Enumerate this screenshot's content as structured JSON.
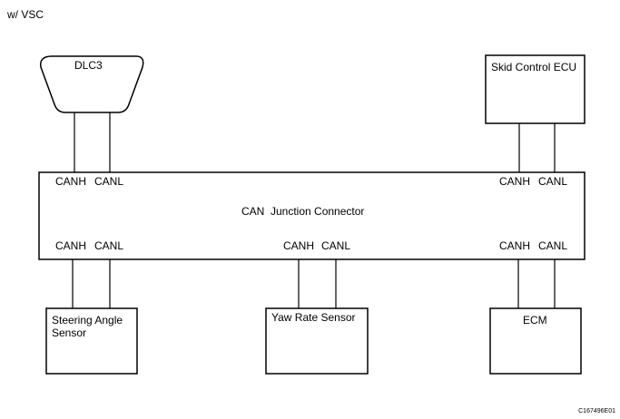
{
  "header": {
    "variant": "w/ VSC"
  },
  "components": {
    "dlc3": {
      "label": "DLC3"
    },
    "skid_control_ecu": {
      "label": "Skid Control ECU"
    },
    "junction": {
      "label": "CAN  Junction Connector"
    },
    "steering_angle_sensor": {
      "label_line1": "Steering Angle",
      "label_line2": "Sensor"
    },
    "yaw_rate_sensor": {
      "label": "Yaw Rate Sensor"
    },
    "ecm": {
      "label": "ECM"
    }
  },
  "pins": {
    "canh": "CANH",
    "canl": "CANL"
  },
  "footer": {
    "figure_code": "C167496E01"
  }
}
